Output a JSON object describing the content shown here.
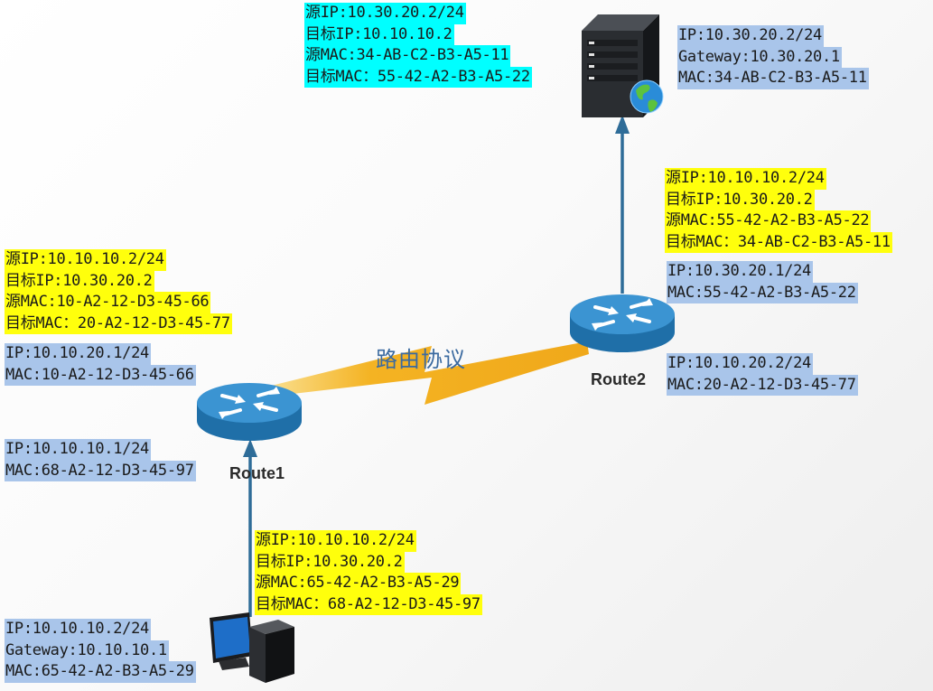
{
  "server": {
    "info": [
      "IP:10.30.20.2/24",
      "Gateway:10.30.20.1",
      "MAC:34-AB-C2-B3-A5-11"
    ],
    "packet": [
      "源IP:10.30.20.2/24",
      "目标IP:10.10.10.2",
      "源MAC:34-AB-C2-B3-A5-11",
      "目标MAC：55-42-A2-B3-A5-22"
    ]
  },
  "route2": {
    "label": "Route2",
    "packet": [
      "源IP:10.10.10.2/24",
      "目标IP:10.30.20.2",
      "源MAC:55-42-A2-B3-A5-22",
      "目标MAC：34-AB-C2-B3-A5-11"
    ],
    "if_upper": [
      "IP:10.30.20.1/24",
      "MAC:55-42-A2-B3-A5-22"
    ],
    "if_lower": [
      "IP:10.10.20.2/24",
      "MAC:20-A2-12-D3-45-77"
    ]
  },
  "route1": {
    "label": "Route1",
    "packet": [
      "源IP:10.10.10.2/24",
      "目标IP:10.30.20.2",
      "源MAC:10-A2-12-D3-45-66",
      "目标MAC：20-A2-12-D3-45-77"
    ],
    "if_upper": [
      "IP:10.10.20.1/24",
      "MAC:10-A2-12-D3-45-66"
    ],
    "if_lower": [
      "IP:10.10.10.1/24",
      "MAC:68-A2-12-D3-45-97"
    ]
  },
  "pc": {
    "info": [
      "IP:10.10.10.2/24",
      "Gateway:10.10.10.1",
      "MAC:65-42-A2-B3-A5-29"
    ],
    "packet": [
      "源IP:10.10.10.2/24",
      "目标IP:10.30.20.2",
      "源MAC:65-42-A2-B3-A5-29",
      "目标MAC：68-A2-12-D3-45-97"
    ]
  },
  "link_label": "路由协议",
  "colors": {
    "packet_highlight": "#ffff0c",
    "return_highlight": "#00ffff",
    "interface_highlight": "#a9c5ea",
    "arrow": "#2e6c98",
    "router_body": "#2f88c8",
    "serial_link": "#f4b323"
  }
}
